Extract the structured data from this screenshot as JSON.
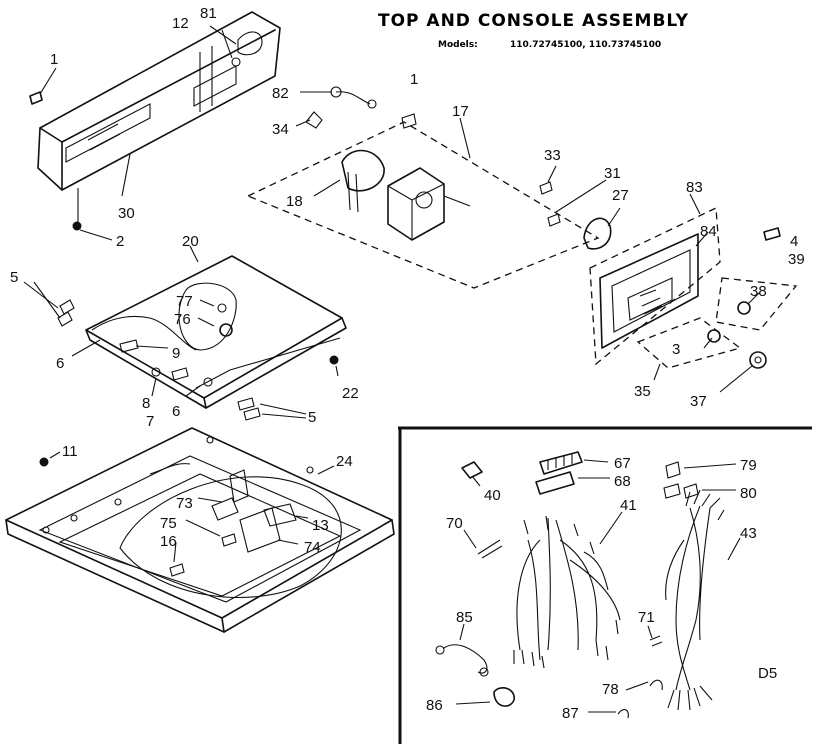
{
  "header": {
    "title": "TOP AND CONSOLE ASSEMBLY",
    "models_label": "Models:",
    "models_value": "110.72745100, 110.73745100"
  },
  "corner_code": "D5",
  "callouts": [
    "81",
    "12",
    "1",
    "82",
    "1",
    "34",
    "17",
    "33",
    "31",
    "27",
    "18",
    "30",
    "2",
    "83",
    "84",
    "4",
    "39",
    "38",
    "20",
    "5",
    "77",
    "76",
    "6",
    "9",
    "22",
    "8",
    "7",
    "6",
    "5",
    "3",
    "35",
    "37",
    "11",
    "24",
    "73",
    "75",
    "13",
    "16",
    "74",
    "67",
    "68",
    "79",
    "80",
    "40",
    "70",
    "41",
    "43",
    "85",
    "71",
    "78",
    "86",
    "87"
  ]
}
